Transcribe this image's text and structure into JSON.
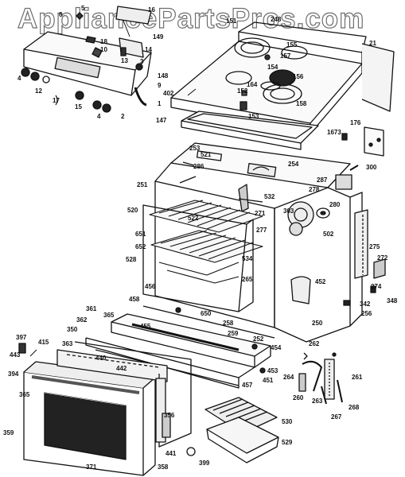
{
  "watermark": "AppliancePartsPros.com",
  "part_labels": [
    "5",
    "16",
    "6",
    "149",
    "10",
    "18",
    "13",
    "14",
    "3",
    "148",
    "4",
    "12",
    "17",
    "15",
    "4",
    "2",
    "9",
    "402",
    "1",
    "147",
    "151",
    "248",
    "155",
    "157",
    "154",
    "21",
    "164",
    "156",
    "152",
    "158",
    "153",
    "253",
    "176",
    "1673",
    "521",
    "286",
    "254",
    "300",
    "251",
    "532",
    "287",
    "278",
    "280",
    "520",
    "522",
    "271",
    "303",
    "502",
    "651",
    "277",
    "652",
    "534",
    "275",
    "272",
    "528",
    "274",
    "265",
    "456",
    "452",
    "348",
    "342",
    "256",
    "650",
    "458",
    "258",
    "250",
    "361",
    "362",
    "365",
    "455",
    "259",
    "397",
    "350",
    "415",
    "363",
    "440",
    "442",
    "252",
    "454",
    "262",
    "443",
    "453",
    "394",
    "451",
    "264",
    "261",
    "365",
    "457",
    "263",
    "260",
    "268",
    "267",
    "356",
    "530",
    "359",
    "529",
    "371",
    "441",
    "358",
    "399"
  ]
}
